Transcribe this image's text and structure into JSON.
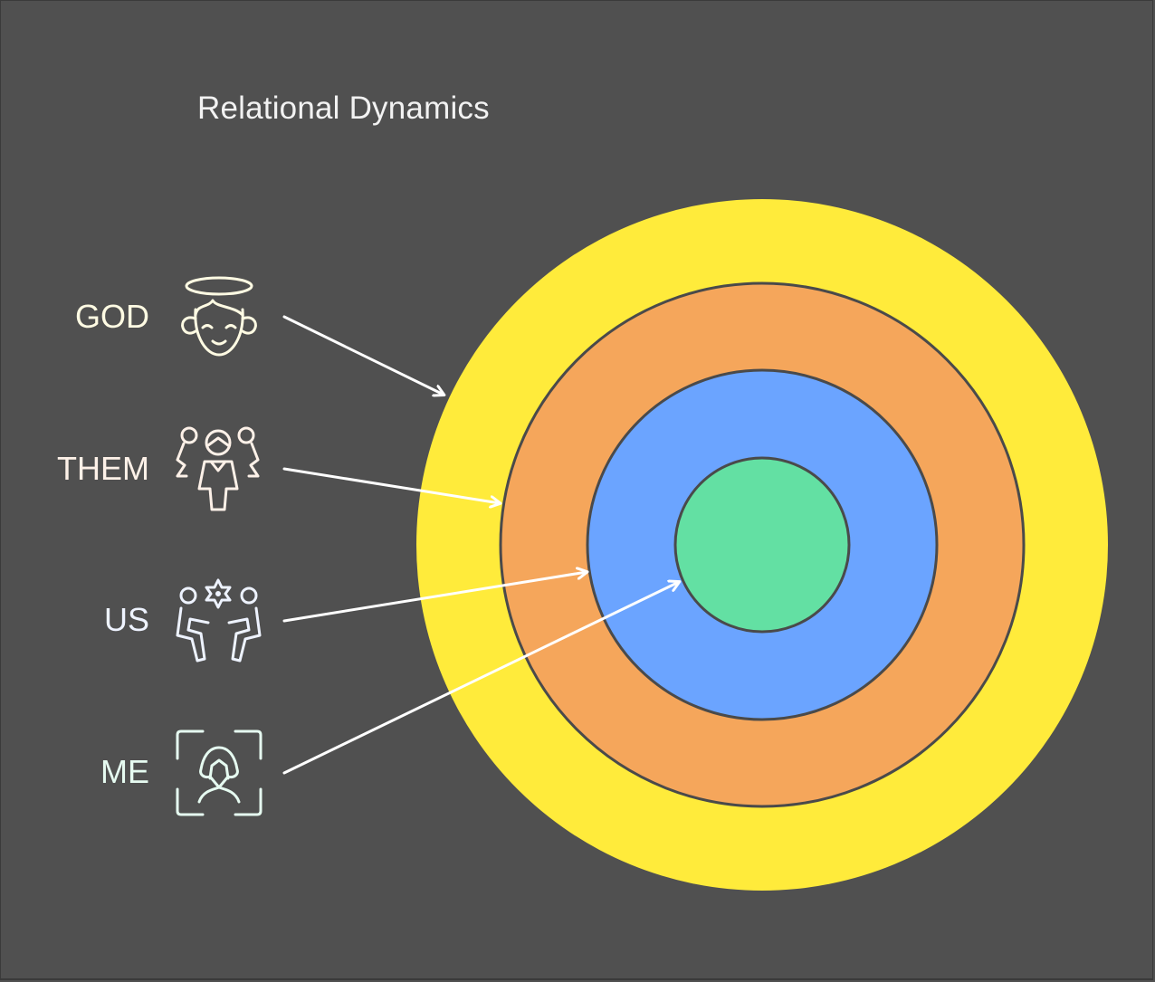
{
  "title": "Relational Dynamics",
  "colors": {
    "background": "#505050",
    "ring_god": "#FFEB3B",
    "ring_them": "#F5A65B",
    "ring_us": "#6BA4FF",
    "ring_me": "#63E0A3",
    "ring_stroke": "#4a4a4a",
    "arrow": "#ffffff"
  },
  "levels": [
    {
      "key": "god",
      "label": "GOD",
      "icon": "angel-icon",
      "label_color": "#FFFBE3",
      "ring_color": "#FFEB3B"
    },
    {
      "key": "them",
      "label": "THEM",
      "icon": "group-icon",
      "label_color": "#FDF1E8",
      "ring_color": "#F5A65B"
    },
    {
      "key": "us",
      "label": "US",
      "icon": "collaboration-icon",
      "label_color": "#EEF3FF",
      "ring_color": "#6BA4FF"
    },
    {
      "key": "me",
      "label": "ME",
      "icon": "user-focus-icon",
      "label_color": "#E6FBF1",
      "ring_color": "#63E0A3"
    }
  ]
}
